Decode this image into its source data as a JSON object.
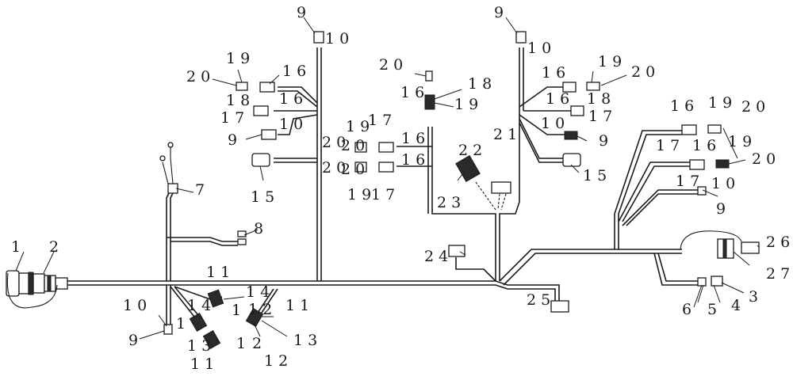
{
  "callouts": [
    {
      "text": "1"
    },
    {
      "text": "2"
    },
    {
      "text": "3"
    },
    {
      "text": "4"
    },
    {
      "text": "5"
    },
    {
      "text": "6"
    },
    {
      "text": "7"
    },
    {
      "text": "8"
    },
    {
      "text": "9"
    },
    {
      "text": "10"
    },
    {
      "text": "11"
    },
    {
      "text": "12"
    },
    {
      "text": "13"
    },
    {
      "text": "14"
    },
    {
      "text": "15"
    },
    {
      "text": "16"
    },
    {
      "text": "17"
    },
    {
      "text": "18"
    },
    {
      "text": "19"
    },
    {
      "text": "20"
    },
    {
      "text": "21"
    },
    {
      "text": "22"
    },
    {
      "text": "23"
    },
    {
      "text": "24"
    },
    {
      "text": "25"
    },
    {
      "text": "26"
    },
    {
      "text": "27"
    }
  ]
}
